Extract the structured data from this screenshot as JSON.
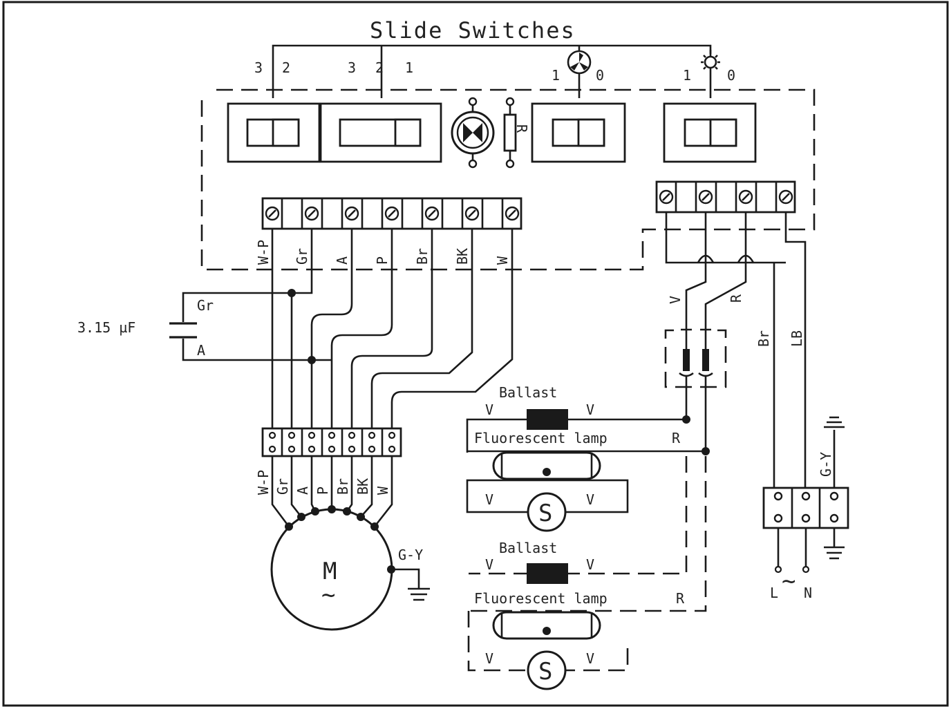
{
  "title": "Slide Switches",
  "switch_numbers": {
    "sw1": [
      "3",
      "2"
    ],
    "sw2": [
      "3",
      "2",
      "1"
    ],
    "fan_switch": [
      "1",
      "0"
    ],
    "light_switch": [
      "1",
      "0"
    ]
  },
  "upper_wire_labels": [
    "W-P",
    "Gr",
    "A",
    "P",
    "Br",
    "BK",
    "W"
  ],
  "lower_wire_labels": [
    "W-P",
    "Gr",
    "A",
    "P",
    "Br",
    "BK",
    "W"
  ],
  "capacitor": {
    "value": "3.15 µF",
    "lead_top": "Gr",
    "lead_bottom": "A"
  },
  "resistor_label": "R",
  "motor": {
    "symbol": "M",
    "ac": "~",
    "ground": "G-Y"
  },
  "right_wire_labels": {
    "v": "V",
    "r": "R",
    "br": "Br",
    "lb": "LB",
    "ground": "G-Y"
  },
  "lamp_units": [
    {
      "ballast": "Ballast",
      "lamp": "Fluorescent lamp",
      "terminal_v": "V",
      "terminal_r": "R",
      "starter": "S"
    },
    {
      "ballast": "Ballast",
      "lamp": "Fluorescent lamp",
      "terminal_v": "V",
      "terminal_r": "R",
      "starter": "S"
    }
  ],
  "mains": {
    "line": "L",
    "neutral": "N",
    "ac": "~"
  }
}
